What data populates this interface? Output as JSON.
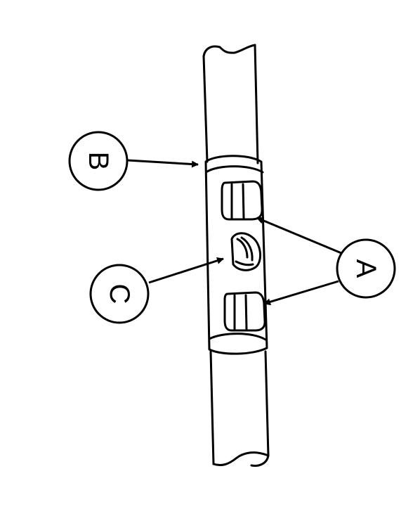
{
  "figure": {
    "callouts": [
      {
        "id": "B",
        "label": "B"
      },
      {
        "id": "C",
        "label": "C"
      },
      {
        "id": "A",
        "label": "A"
      }
    ],
    "colors": {
      "line": "#000000",
      "background": "#ffffff"
    }
  }
}
